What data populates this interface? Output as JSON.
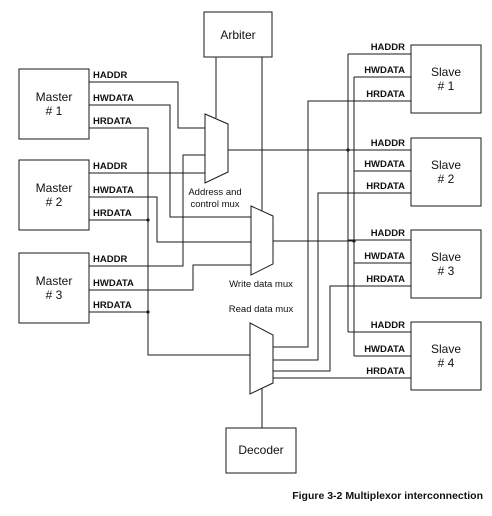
{
  "arbiter": "Arbiter",
  "decoder": "Decoder",
  "masters": [
    {
      "name": "Master",
      "num": "# 1"
    },
    {
      "name": "Master",
      "num": "# 2"
    },
    {
      "name": "Master",
      "num": "# 3"
    }
  ],
  "slaves": [
    {
      "name": "Slave",
      "num": "# 1"
    },
    {
      "name": "Slave",
      "num": "# 2"
    },
    {
      "name": "Slave",
      "num": "# 3"
    },
    {
      "name": "Slave",
      "num": "# 4"
    }
  ],
  "signals": {
    "haddr": "HADDR",
    "hwdata": "HWDATA",
    "hrdata": "HRDATA"
  },
  "mux_labels": {
    "address_line1": "Address and",
    "address_line2": "control mux",
    "write": "Write data mux",
    "read": "Read data mux"
  },
  "caption": "Figure 3-2 Multiplexor interconnection"
}
